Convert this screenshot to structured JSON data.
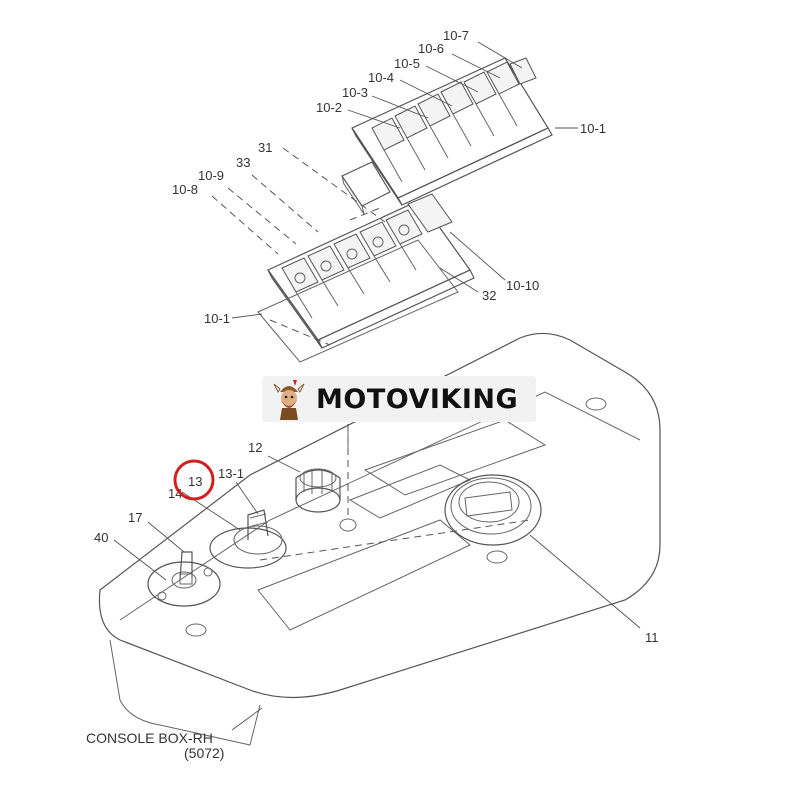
{
  "brand": {
    "name": "MOTOVIKING"
  },
  "caption": {
    "title": "CONSOLE BOX-RH",
    "code": "(5072)"
  },
  "highlight_color": "#d22020",
  "callouts": {
    "c10_7": "10-7",
    "c10_6": "10-6",
    "c10_5": "10-5",
    "c10_4": "10-4",
    "c10_3": "10-3",
    "c10_2": "10-2",
    "c10_1_top": "10-1",
    "c31": "31",
    "c33": "33",
    "c10_9": "10-9",
    "c10_8": "10-8",
    "c10_10": "10-10",
    "c32": "32",
    "c10_1_left": "10-1",
    "c12": "12",
    "c13": "13",
    "c13_1": "13-1",
    "c14": "14",
    "c17": "17",
    "c40": "40",
    "c11": "11"
  }
}
